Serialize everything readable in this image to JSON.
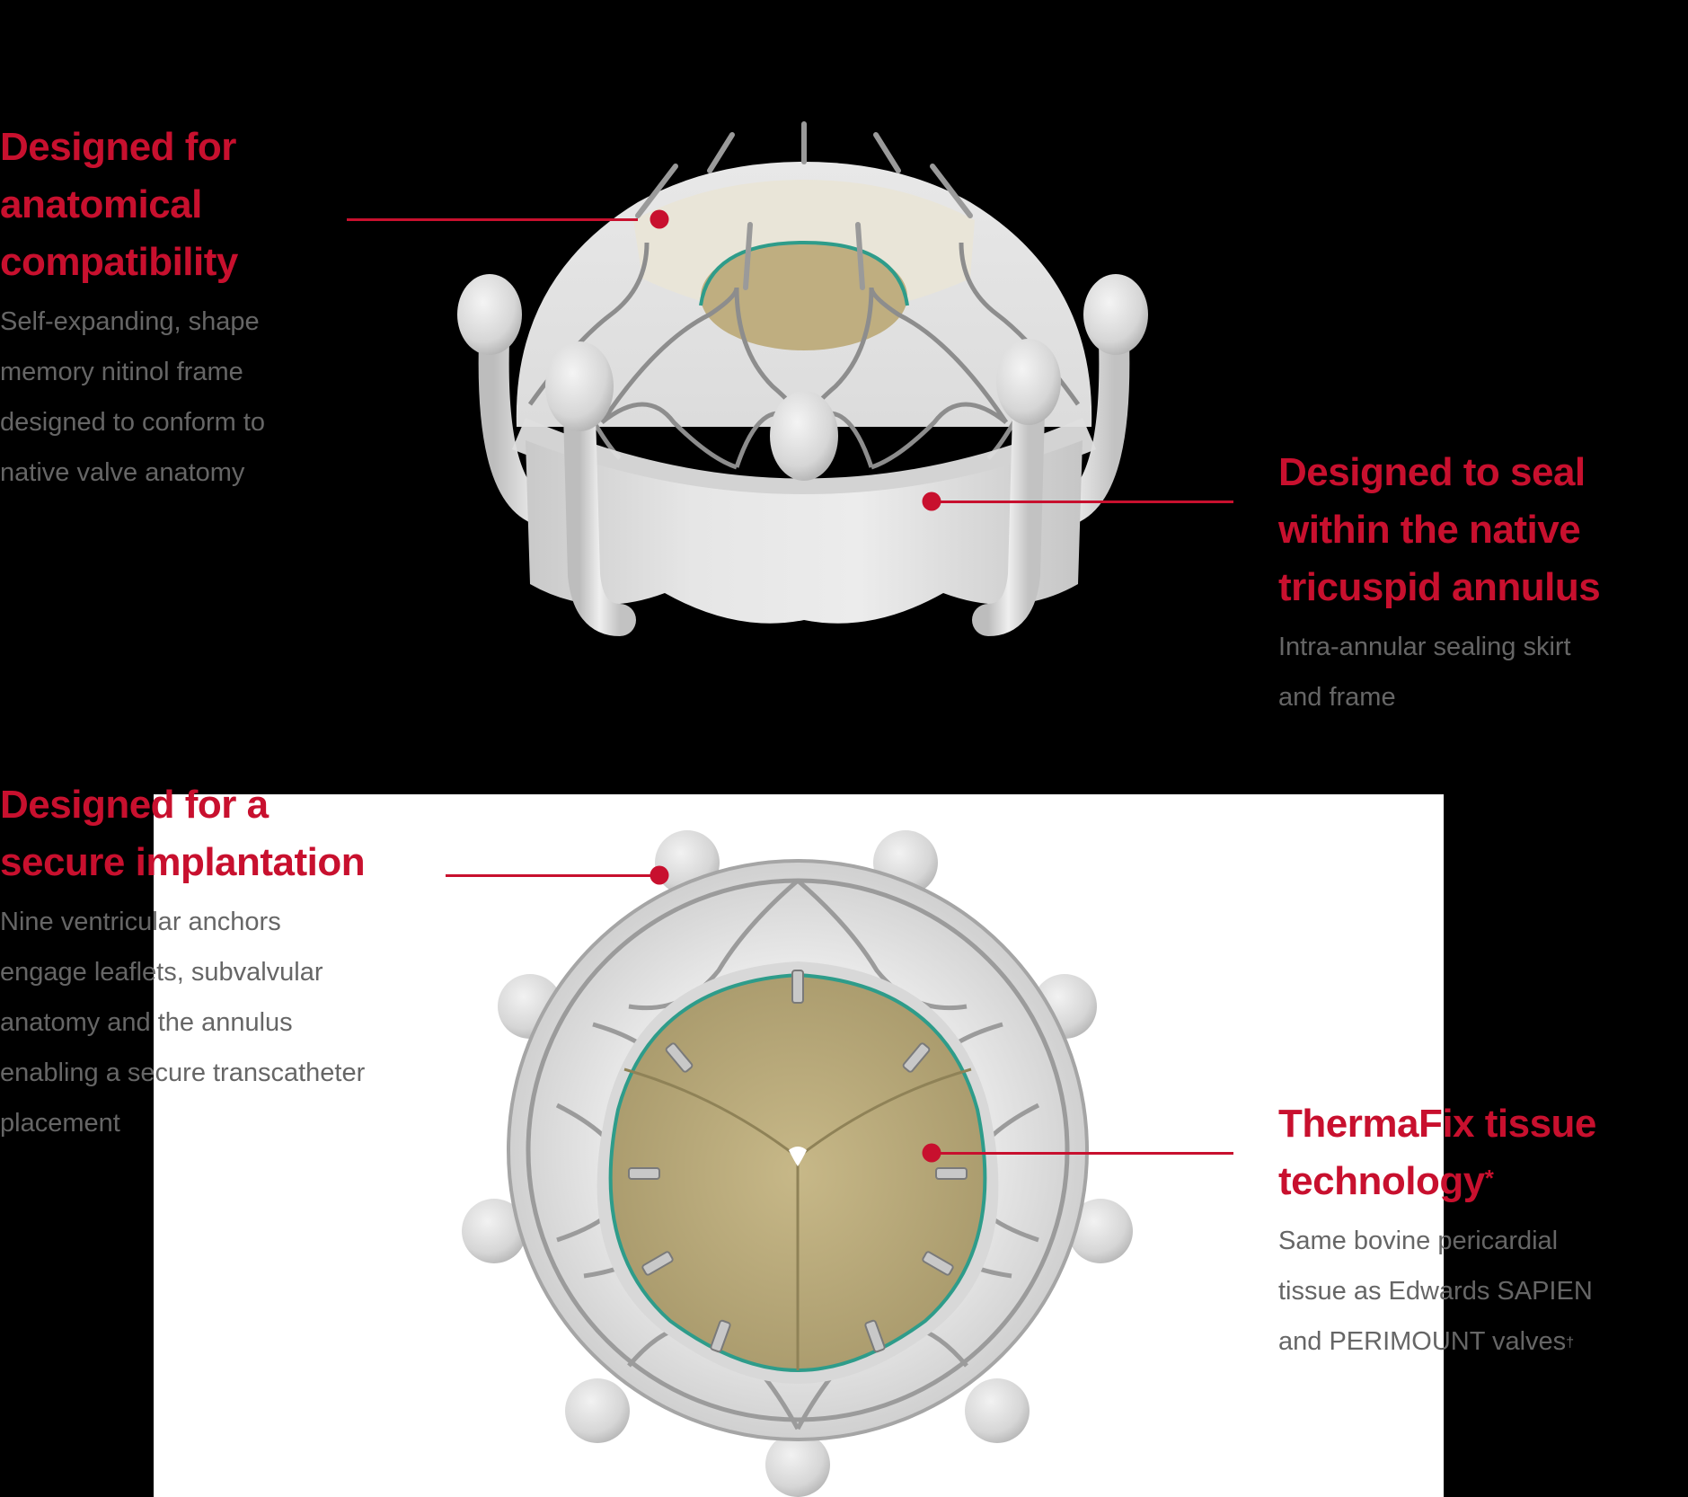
{
  "colors": {
    "accent": "#c8102e",
    "body_text": "#666666",
    "background": "#000000",
    "panel": "#ffffff",
    "tissue": "#b8a97a",
    "suture": "#2e9c8a"
  },
  "callouts": [
    {
      "id": "anatomical-compatibility",
      "title_lines": [
        "Designed for",
        "anatomical",
        "compatibility"
      ],
      "body_lines": [
        "Self-expanding, shape",
        "memory nitinol frame",
        "designed to conform to",
        "native valve anatomy"
      ]
    },
    {
      "id": "seal-native-annulus",
      "title_lines": [
        "Designed to seal",
        "within the native",
        "tricuspid annulus"
      ],
      "body_lines": [
        "Intra-annular sealing skirt",
        "and frame"
      ]
    },
    {
      "id": "secure-implantation",
      "title_lines": [
        "Designed for a",
        "secure implantation"
      ],
      "body_lines": [
        "Nine ventricular anchors",
        "engage leaflets, subvalvular",
        "anatomy and the annulus",
        "enabling a secure transcatheter",
        "placement"
      ]
    },
    {
      "id": "thermafix-tissue",
      "title_lines": [
        "ThermaFix tissue",
        "technology"
      ],
      "title_superscript": "*",
      "body_lines": [
        "Same bovine pericardial",
        "tissue as Edwards SAPIEN",
        "and PERIMOUNT valves"
      ],
      "body_superscript": "†"
    }
  ],
  "images": {
    "side_view": "transcatheter-valve-side-view",
    "top_view": "transcatheter-valve-top-view",
    "anchor_count": 9
  }
}
